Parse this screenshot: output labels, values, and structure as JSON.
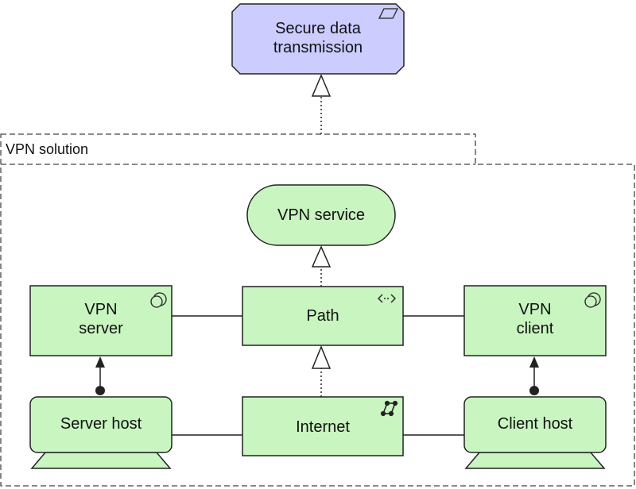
{
  "colors": {
    "motivation_fill": "#ccccff",
    "element_fill": "#c8f5c0",
    "stroke": "#222222",
    "background": "#ffffff"
  },
  "diagram": {
    "goal": {
      "label": "Secure data\ntransmission",
      "icon": "goal-parallelogram-icon"
    },
    "group": {
      "label": "VPN solution"
    },
    "vpn_service": {
      "label": "VPN service"
    },
    "vpn_server": {
      "label": "VPN\nserver",
      "icon": "system-software-icon"
    },
    "path": {
      "label": "Path",
      "icon": "path-arrows-icon"
    },
    "vpn_client": {
      "label": "VPN\nclient",
      "icon": "system-software-icon"
    },
    "server_host": {
      "label": "Server host"
    },
    "internet": {
      "label": "Internet",
      "icon": "network-icon"
    },
    "client_host": {
      "label": "Client host"
    }
  }
}
